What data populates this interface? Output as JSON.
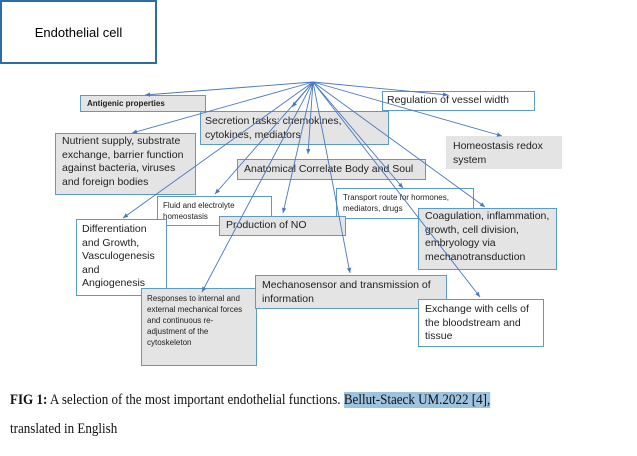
{
  "diagram": {
    "center": "Endothelial cell",
    "boxes": {
      "antigenic": "Antigenic properties",
      "vessel_width": "Regulation of vessel width",
      "secretion": "Secretion tasks: chemokines, cytokines, mediators",
      "redox": "Homeostasis redox system",
      "nutrient": "Nutrient supply, substrate exchange, barrier function against bacteria, viruses and foreign bodies",
      "anatomical": "Anatomical Correlate Body and Soul",
      "transport": "Transport route for hormones, mediators, drugs",
      "fluid": "Fluid and electrolyte homeostasis",
      "no": "Production of NO",
      "coagulation": "Coagulation, inflammation, growth, cell division, embryology via mechanotransduction",
      "differentiation": "Differentiation and Growth, Vasculogenesis and Angiogenesis",
      "responses": "Responses to internal and external mechanical forces and continuous re-adjustment of the cytoskeleton",
      "mechanosensor": "Mechanosensor and transmission of information",
      "exchange": "Exchange with cells of the bloodstream and tissue"
    },
    "colors": {
      "line": "#4a78c0",
      "box_border": "#5b9bc8",
      "center_border": "#2e6da4",
      "fill": "#e4e4e4"
    }
  },
  "caption": {
    "label": "FIG 1:",
    "text": " A selection of the most important endothelial functions. ",
    "citation": "Bellut-Staeck UM.2022 [4],",
    "line2": "translated in English"
  }
}
